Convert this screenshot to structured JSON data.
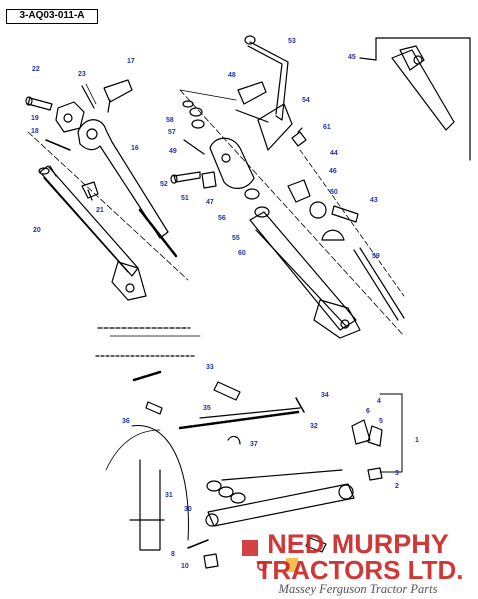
{
  "ref_code": "3-AQ03-011-A",
  "watermark": {
    "line1": "NED MURPHY",
    "line2": "TRACTORS LTD.",
    "line3": "Massey Ferguson Tractor Parts"
  },
  "part_labels": {
    "p1": "1",
    "p2": "2",
    "p3": "3",
    "p4": "4",
    "p5": "5",
    "p6": "6",
    "p8": "8",
    "p10": "10",
    "p16": "16",
    "p17": "17",
    "p18": "18",
    "p19": "19",
    "p20": "20",
    "p21": "21",
    "p22": "22",
    "p23": "23",
    "p30": "30",
    "p31": "31",
    "p32": "32",
    "p33": "33",
    "p34": "34",
    "p35": "35",
    "p36": "36",
    "p37": "37",
    "p43": "43",
    "p44": "44",
    "p45": "45",
    "p46": "46",
    "p47": "47",
    "p48": "48",
    "p49": "49",
    "p50": "50",
    "p51": "51",
    "p52": "52",
    "p53": "53",
    "p54": "54",
    "p55": "55",
    "p56": "56",
    "p57": "57",
    "p58": "58",
    "p59": "59",
    "p60": "60",
    "p61": "61"
  }
}
